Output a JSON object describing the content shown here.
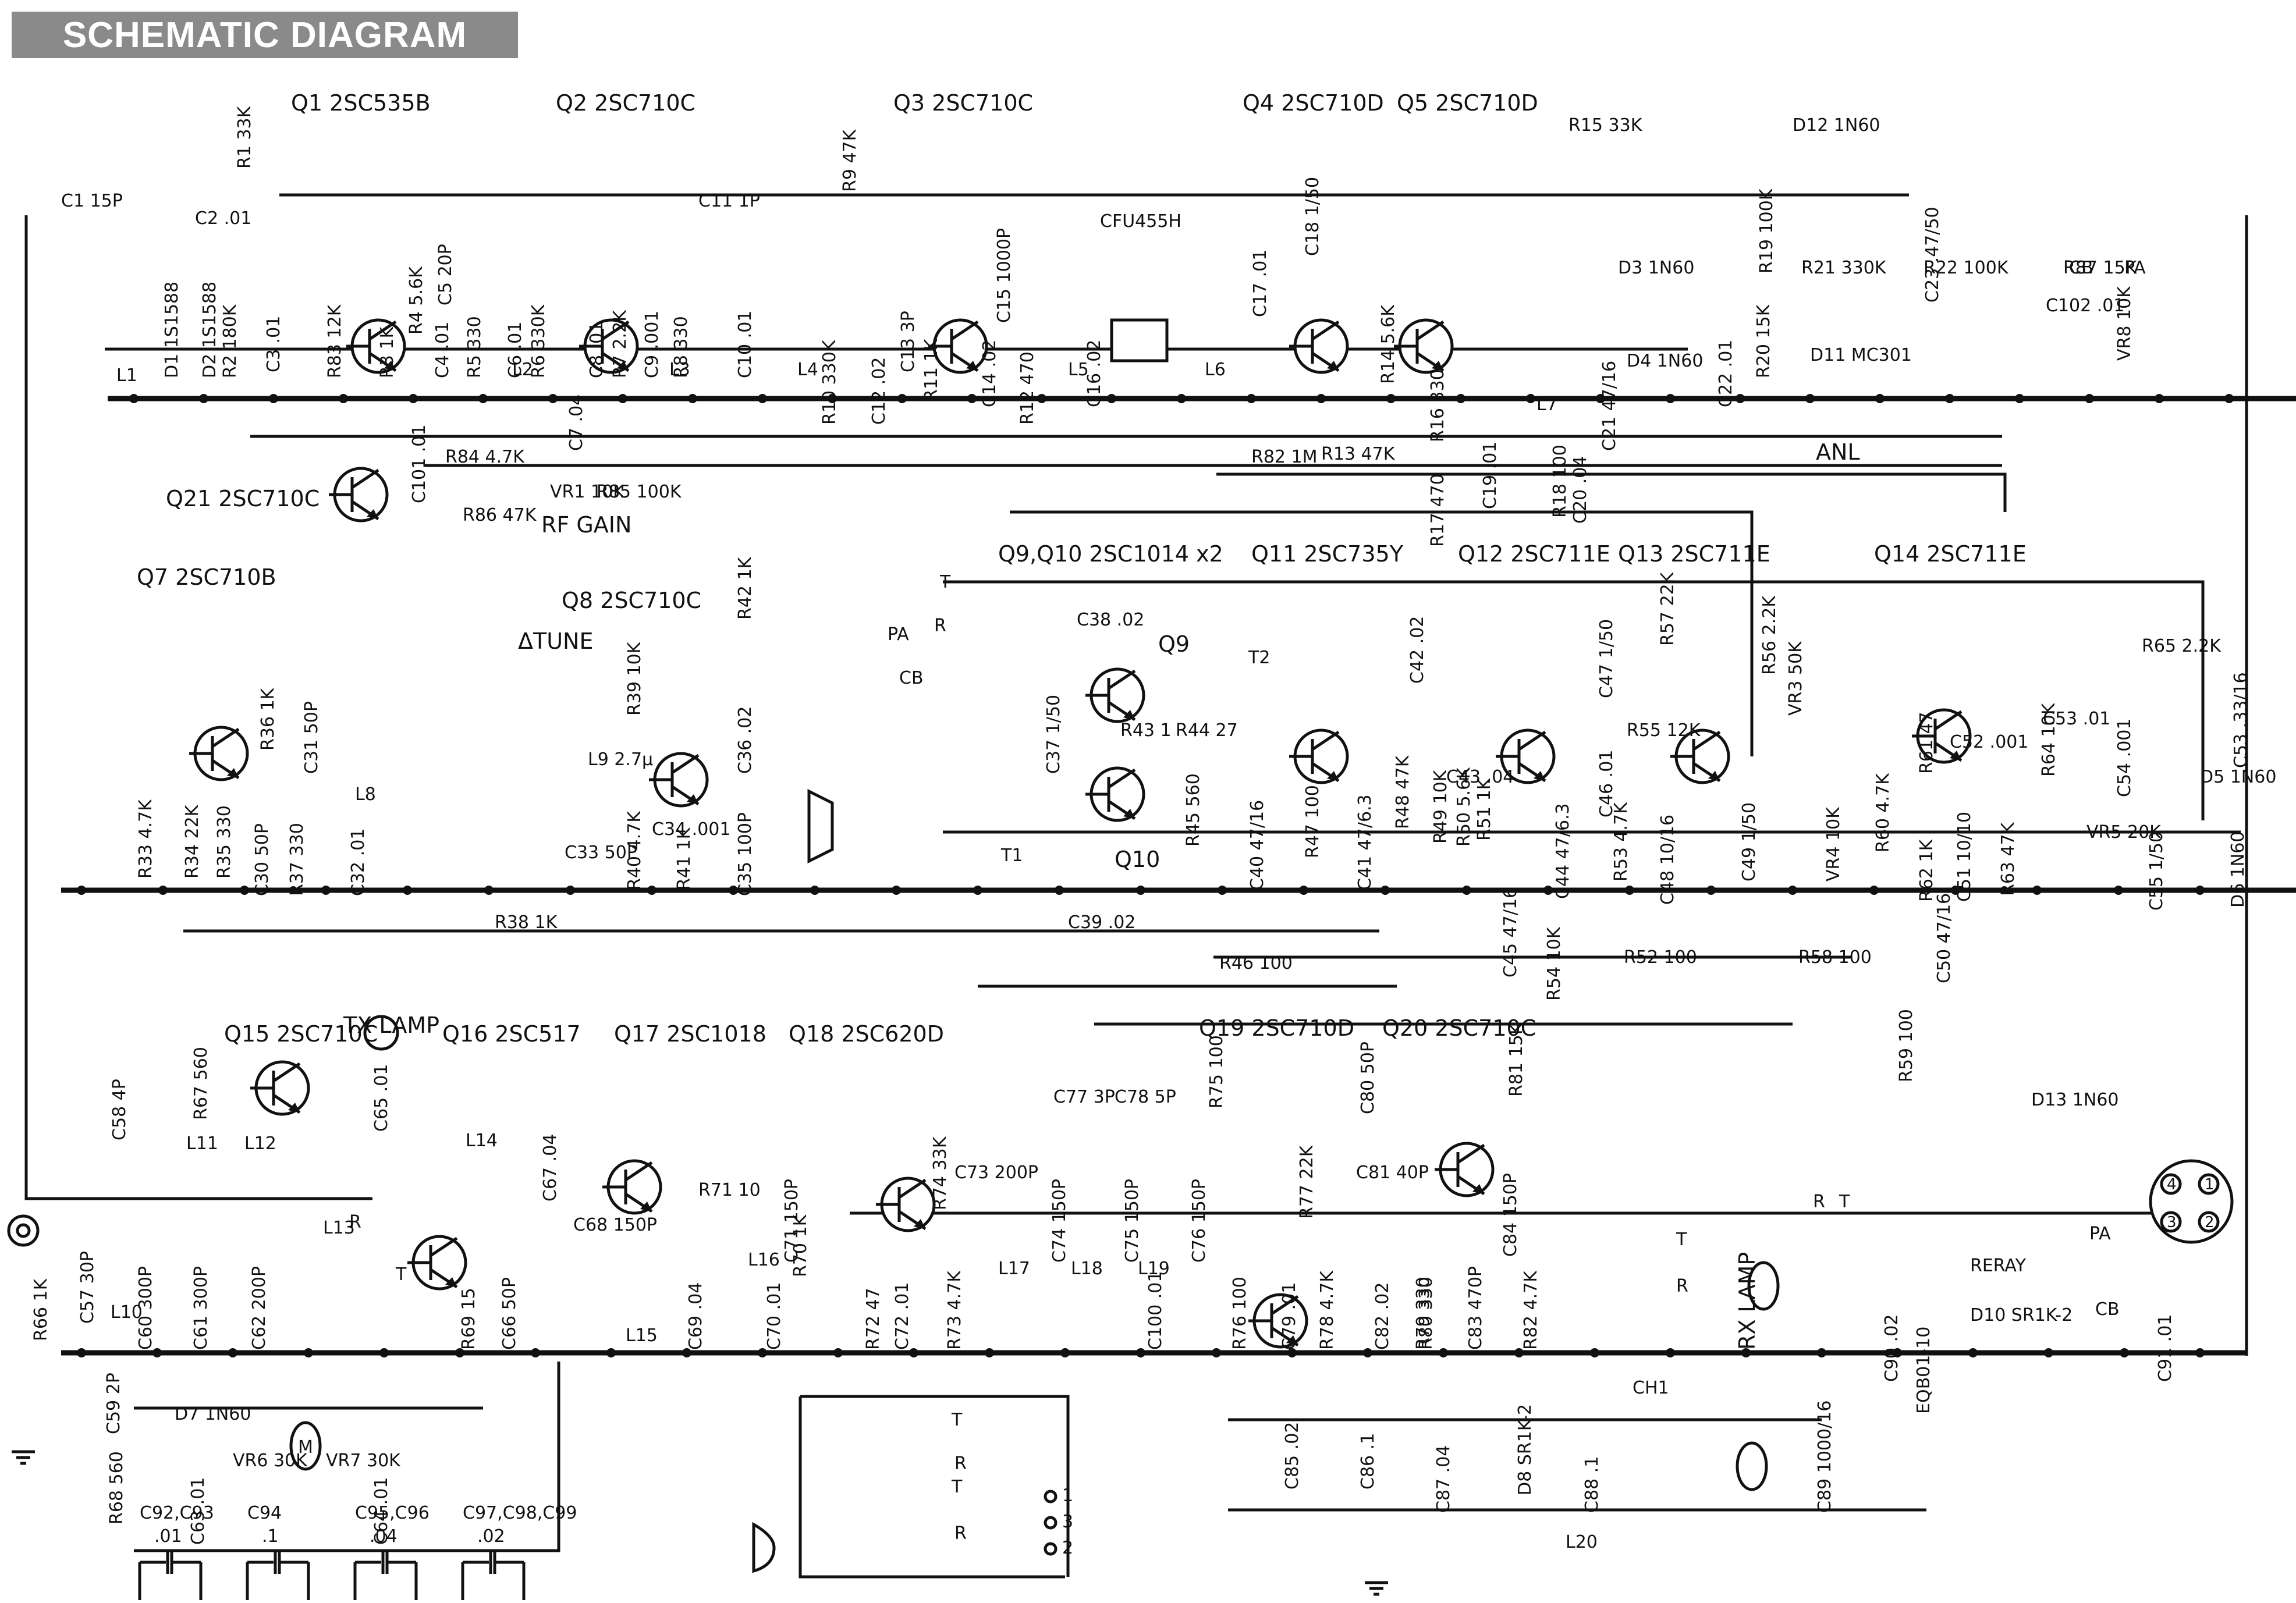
{
  "title": "SCHEMATIC DIAGRAM",
  "transistors": [
    {
      "ref": "Q1",
      "type": "2SC535B"
    },
    {
      "ref": "Q2",
      "type": "2SC710C"
    },
    {
      "ref": "Q3",
      "type": "2SC710C"
    },
    {
      "ref": "Q4",
      "type": "2SC710D"
    },
    {
      "ref": "Q5",
      "type": "2SC710D"
    },
    {
      "ref": "Q7",
      "type": "2SC710B"
    },
    {
      "ref": "Q8",
      "type": "2SC710C"
    },
    {
      "ref": "Q9,Q10",
      "type": "2SC1014 x2"
    },
    {
      "ref": "Q11",
      "type": "2SC735Y"
    },
    {
      "ref": "Q12",
      "type": "2SC711E"
    },
    {
      "ref": "Q13",
      "type": "2SC711E"
    },
    {
      "ref": "Q14",
      "type": "2SC711E"
    },
    {
      "ref": "Q15",
      "type": "2SC710C"
    },
    {
      "ref": "Q16",
      "type": "2SC517"
    },
    {
      "ref": "Q17",
      "type": "2SC1018"
    },
    {
      "ref": "Q18",
      "type": "2SC620D"
    },
    {
      "ref": "Q19",
      "type": "2SC710D"
    },
    {
      "ref": "Q20",
      "type": "2SC710C"
    },
    {
      "ref": "Q21",
      "type": "2SC710C"
    }
  ],
  "resistors": [
    {
      "ref": "R1",
      "value": "33K"
    },
    {
      "ref": "R2",
      "value": "180K"
    },
    {
      "ref": "R3",
      "value": "1K"
    },
    {
      "ref": "R4",
      "value": "5.6K"
    },
    {
      "ref": "R5",
      "value": "330"
    },
    {
      "ref": "R6",
      "value": "330K"
    },
    {
      "ref": "R7",
      "value": "2.2K"
    },
    {
      "ref": "R8",
      "value": "330"
    },
    {
      "ref": "R9",
      "value": "47K"
    },
    {
      "ref": "R10",
      "value": "330K"
    },
    {
      "ref": "R11",
      "value": "1K"
    },
    {
      "ref": "R12",
      "value": "470"
    },
    {
      "ref": "R13",
      "value": "47K"
    },
    {
      "ref": "R14",
      "value": "5.6K"
    },
    {
      "ref": "R15",
      "value": "33K"
    },
    {
      "ref": "R16",
      "value": "330"
    },
    {
      "ref": "R17",
      "value": "470"
    },
    {
      "ref": "R18",
      "value": "100"
    },
    {
      "ref": "R19",
      "value": "100K"
    },
    {
      "ref": "R20",
      "value": "15K"
    },
    {
      "ref": "R21",
      "value": "330K"
    },
    {
      "ref": "R22",
      "value": "100K"
    },
    {
      "ref": "R33",
      "value": "4.7K"
    },
    {
      "ref": "R34",
      "value": "22K"
    },
    {
      "ref": "R35",
      "value": "330"
    },
    {
      "ref": "R36",
      "value": "1K"
    },
    {
      "ref": "R37",
      "value": "330"
    },
    {
      "ref": "R38",
      "value": "1K"
    },
    {
      "ref": "R39",
      "value": "10K"
    },
    {
      "ref": "R40",
      "value": "4.7K"
    },
    {
      "ref": "R41",
      "value": "1K"
    },
    {
      "ref": "R42",
      "value": "1K"
    },
    {
      "ref": "R43",
      "value": "1"
    },
    {
      "ref": "R44",
      "value": "27"
    },
    {
      "ref": "R45",
      "value": "560"
    },
    {
      "ref": "R46",
      "value": "100"
    },
    {
      "ref": "R47",
      "value": "100"
    },
    {
      "ref": "R48",
      "value": "47K"
    },
    {
      "ref": "R49",
      "value": "10K"
    },
    {
      "ref": "R50",
      "value": "5.6K"
    },
    {
      "ref": "R51",
      "value": "1K"
    },
    {
      "ref": "R52",
      "value": "100"
    },
    {
      "ref": "R53",
      "value": "4.7K"
    },
    {
      "ref": "R54",
      "value": "10K"
    },
    {
      "ref": "R55",
      "value": "12K"
    },
    {
      "ref": "R56",
      "value": "2.2K"
    },
    {
      "ref": "R57",
      "value": "22K"
    },
    {
      "ref": "R58",
      "value": "100"
    },
    {
      "ref": "R59",
      "value": "100"
    },
    {
      "ref": "R60",
      "value": "4.7K"
    },
    {
      "ref": "R61",
      "value": "47"
    },
    {
      "ref": "R62",
      "value": "1K"
    },
    {
      "ref": "R63",
      "value": "47K"
    },
    {
      "ref": "R64",
      "value": "10K"
    },
    {
      "ref": "R65",
      "value": "2.2K"
    },
    {
      "ref": "R66",
      "value": "1K"
    },
    {
      "ref": "R67",
      "value": "560"
    },
    {
      "ref": "R68",
      "value": "560"
    },
    {
      "ref": "R69",
      "value": "15"
    },
    {
      "ref": "R70",
      "value": "1K"
    },
    {
      "ref": "R71",
      "value": "10"
    },
    {
      "ref": "R72",
      "value": "47"
    },
    {
      "ref": "R73",
      "value": "4.7K"
    },
    {
      "ref": "R74",
      "value": "33K"
    },
    {
      "ref": "R75",
      "value": "100"
    },
    {
      "ref": "R76",
      "value": "100"
    },
    {
      "ref": "R77",
      "value": "22K"
    },
    {
      "ref": "R78",
      "value": "4.7K"
    },
    {
      "ref": "R79",
      "value": "330"
    },
    {
      "ref": "R80",
      "value": "330"
    },
    {
      "ref": "R81",
      "value": "15K"
    },
    {
      "ref": "R82",
      "value": "4.7K"
    },
    {
      "ref": "R82b",
      "value": "1M"
    },
    {
      "ref": "R83",
      "value": "12K"
    },
    {
      "ref": "R84",
      "value": "4.7K"
    },
    {
      "ref": "R85",
      "value": "100K"
    },
    {
      "ref": "R86",
      "value": "47K"
    },
    {
      "ref": "R87",
      "value": "15K"
    }
  ],
  "capacitors": [
    {
      "ref": "C1",
      "value": "15P"
    },
    {
      "ref": "C2",
      "value": ".01"
    },
    {
      "ref": "C3",
      "value": ".01"
    },
    {
      "ref": "C4",
      "value": ".01"
    },
    {
      "ref": "C5",
      "value": "20P"
    },
    {
      "ref": "C6",
      "value": ".01"
    },
    {
      "ref": "C7",
      "value": ".04"
    },
    {
      "ref": "C8",
      "value": ".01"
    },
    {
      "ref": "C9",
      "value": ".001"
    },
    {
      "ref": "C10",
      "value": ".01"
    },
    {
      "ref": "C11",
      "value": "1P"
    },
    {
      "ref": "C12",
      "value": ".02"
    },
    {
      "ref": "C13",
      "value": "3P"
    },
    {
      "ref": "C14",
      "value": ".02"
    },
    {
      "ref": "C15",
      "value": "1000P"
    },
    {
      "ref": "C16",
      "value": ".02"
    },
    {
      "ref": "C17",
      "value": ".01"
    },
    {
      "ref": "C18",
      "value": "1/50"
    },
    {
      "ref": "C19",
      "value": ".01"
    },
    {
      "ref": "C20",
      "value": ".04"
    },
    {
      "ref": "C21",
      "value": "47/16"
    },
    {
      "ref": "C22",
      "value": ".01"
    },
    {
      "ref": "C23",
      "value": ".47/50"
    },
    {
      "ref": "C30",
      "value": "50P"
    },
    {
      "ref": "C31",
      "value": "50P"
    },
    {
      "ref": "C32",
      "value": ".01"
    },
    {
      "ref": "C33",
      "value": "50P"
    },
    {
      "ref": "C34",
      "value": ".001"
    },
    {
      "ref": "C35",
      "value": "100P"
    },
    {
      "ref": "C36",
      "value": ".02"
    },
    {
      "ref": "C37",
      "value": "1/50"
    },
    {
      "ref": "C38",
      "value": ".02"
    },
    {
      "ref": "C39",
      "value": ".02"
    },
    {
      "ref": "C40",
      "value": "47/16"
    },
    {
      "ref": "C41",
      "value": "47/6.3"
    },
    {
      "ref": "C42",
      "value": ".02"
    },
    {
      "ref": "C43",
      "value": ".04"
    },
    {
      "ref": "C44",
      "value": "47/6.3"
    },
    {
      "ref": "C45",
      "value": "47/16"
    },
    {
      "ref": "C46",
      "value": ".01"
    },
    {
      "ref": "C47",
      "value": "1/50"
    },
    {
      "ref": "C48",
      "value": "10/16"
    },
    {
      "ref": "C49",
      "value": "1/50"
    },
    {
      "ref": "C50",
      "value": "47/16"
    },
    {
      "ref": "C51",
      "value": "10/10"
    },
    {
      "ref": "C52",
      "value": ".001"
    },
    {
      "ref": "C53",
      "value": ".01"
    },
    {
      "ref": "C53b",
      "value": ".33/16"
    },
    {
      "ref": "C54",
      "value": ".001"
    },
    {
      "ref": "C55",
      "value": "1/50"
    },
    {
      "ref": "C57",
      "value": "30P"
    },
    {
      "ref": "C58",
      "value": "4P"
    },
    {
      "ref": "C59",
      "value": "2P"
    },
    {
      "ref": "C60",
      "value": "300P"
    },
    {
      "ref": "C61",
      "value": "300P"
    },
    {
      "ref": "C62",
      "value": "200P"
    },
    {
      "ref": "C63",
      "value": ".01"
    },
    {
      "ref": "C64",
      "value": ".01"
    },
    {
      "ref": "C65",
      "value": ".01"
    },
    {
      "ref": "C66",
      "value": "50P"
    },
    {
      "ref": "C67",
      "value": ".04"
    },
    {
      "ref": "C68",
      "value": "150P"
    },
    {
      "ref": "C69",
      "value": ".04"
    },
    {
      "ref": "C70",
      "value": ".01"
    },
    {
      "ref": "C71",
      "value": "150P"
    },
    {
      "ref": "C72",
      "value": ".01"
    },
    {
      "ref": "C73",
      "value": "200P"
    },
    {
      "ref": "C74",
      "value": "150P"
    },
    {
      "ref": "C75",
      "value": "150P"
    },
    {
      "ref": "C76",
      "value": "150P"
    },
    {
      "ref": "C77",
      "value": "3P"
    },
    {
      "ref": "C78",
      "value": "5P"
    },
    {
      "ref": "C79",
      "value": ".01"
    },
    {
      "ref": "C80",
      "value": "50P"
    },
    {
      "ref": "C81",
      "value": "40P"
    },
    {
      "ref": "C82",
      "value": ".02"
    },
    {
      "ref": "C83",
      "value": "470P"
    },
    {
      "ref": "C84",
      "value": "150P"
    },
    {
      "ref": "C85",
      "value": ".02"
    },
    {
      "ref": "C86",
      "value": ".1"
    },
    {
      "ref": "C87",
      "value": ".04"
    },
    {
      "ref": "C88",
      "value": ".1"
    },
    {
      "ref": "C89",
      "value": "1000/16"
    },
    {
      "ref": "C90",
      "value": ".02"
    },
    {
      "ref": "C91",
      "value": ".01"
    },
    {
      "ref": "C100",
      "value": ".01"
    },
    {
      "ref": "C101",
      "value": ".01"
    },
    {
      "ref": "C102",
      "value": ".01"
    }
  ],
  "bypass_caps": [
    {
      "refs": "C92,C93",
      "value": ".01"
    },
    {
      "refs": "C94",
      "value": ".1"
    },
    {
      "refs": "C95,C96",
      "value": ".04"
    },
    {
      "refs": "C97,C98,C99",
      "value": ".02"
    }
  ],
  "diodes": [
    {
      "ref": "D1",
      "type": "1S1588"
    },
    {
      "ref": "D2",
      "type": "1S1588"
    },
    {
      "ref": "D3",
      "type": "1N60"
    },
    {
      "ref": "D4",
      "type": "1N60"
    },
    {
      "ref": "D5",
      "type": "1N60"
    },
    {
      "ref": "D6",
      "type": "1N60"
    },
    {
      "ref": "D7",
      "type": "1N60"
    },
    {
      "ref": "D8",
      "type": "SR1K-2"
    },
    {
      "ref": "D10",
      "type": "SR1K-2"
    },
    {
      "ref": "D11",
      "type": "MC301"
    },
    {
      "ref": "D12",
      "type": "1N60"
    },
    {
      "ref": "D13",
      "type": "1N60"
    },
    {
      "ref": "EQB01-10",
      "type": "zener"
    }
  ],
  "variable_resistors": [
    {
      "ref": "VR1",
      "value": "10K",
      "function": "RF GAIN"
    },
    {
      "ref": "VR3",
      "value": "50K"
    },
    {
      "ref": "VR4",
      "value": "10K"
    },
    {
      "ref": "VR5",
      "value": "20K"
    },
    {
      "ref": "VR6",
      "value": "30K"
    },
    {
      "ref": "VR7",
      "value": "30K"
    },
    {
      "ref": "VR8",
      "value": "10K"
    }
  ],
  "inductors": [
    "L1",
    "L2",
    "L3",
    "L4",
    "L5",
    "L6",
    "L7",
    "L8",
    "L9 2.7µ",
    "L10",
    "L11",
    "L12",
    "L13",
    "L14",
    "L15",
    "L16",
    "L17",
    "L18",
    "L19",
    "L20",
    "CH1"
  ],
  "transformers": [
    "T1",
    "T2"
  ],
  "filter": "CFU455H",
  "misc_labels": {
    "anl": "ANL",
    "rf_gain": "RF GAIN",
    "dtune": "ΔTUNE",
    "tx_lamp": "TX LAMP",
    "rx_lamp": "RX LAMP",
    "relay": "RERAY",
    "meter": "M",
    "sw_t": "T",
    "sw_r": "R",
    "sw_pa": "PA",
    "sw_cb": "CB",
    "q9": "Q9",
    "q10": "Q10",
    "mic_pins": [
      "1",
      "2",
      "3",
      "4"
    ],
    "out_pins": [
      "1",
      "3",
      "2"
    ]
  }
}
